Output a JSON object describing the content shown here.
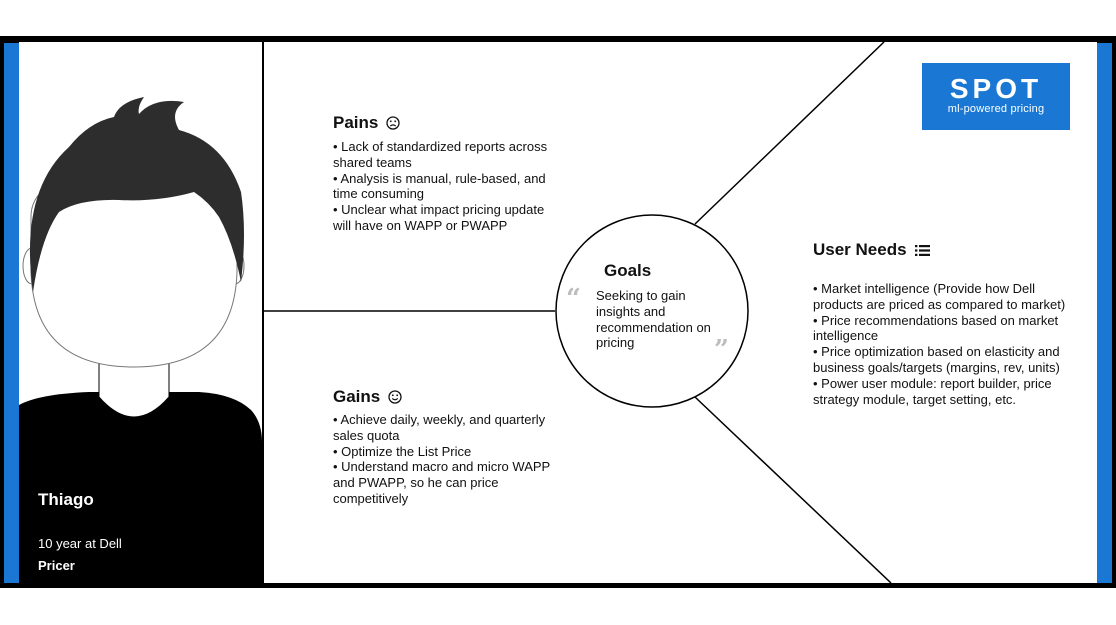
{
  "persona": {
    "name": "Thiago",
    "tenure": "10 year at Dell",
    "role": "Pricer"
  },
  "pains": {
    "title": "Pains",
    "icon": "sad-face-icon",
    "items": [
      "• Lack of standardized reports across shared teams",
      "• Analysis is manual, rule-based, and time consuming",
      "• Unclear what impact pricing update will have on WAPP or PWAPP"
    ]
  },
  "gains": {
    "title": "Gains",
    "icon": "smile-face-icon",
    "items": [
      "• Achieve daily, weekly, and quarterly sales quota",
      "• Optimize the List Price",
      "• Understand macro and micro WAPP and PWAPP, so he can price competitively"
    ]
  },
  "goals": {
    "title": "Goals",
    "text": "Seeking to gain insights and recommendation on pricing",
    "open_quote": "“",
    "close_quote": "”"
  },
  "user_needs": {
    "title": "User Needs",
    "icon": "list-icon",
    "items": [
      "• Market intelligence (Provide how Dell products are priced as compared to market)",
      "• Price recommendations based on market intelligence",
      "• Price optimization based on elasticity and business goals/targets (margins, rev, units)",
      "• Power user module: report builder, price strategy module, target setting, etc."
    ]
  },
  "logo": {
    "word": "SPOT",
    "tagline": "ml-powered pricing"
  },
  "colors": {
    "accent": "#1a78d4",
    "hair": "#2d2d2d",
    "shirt": "#000000"
  }
}
